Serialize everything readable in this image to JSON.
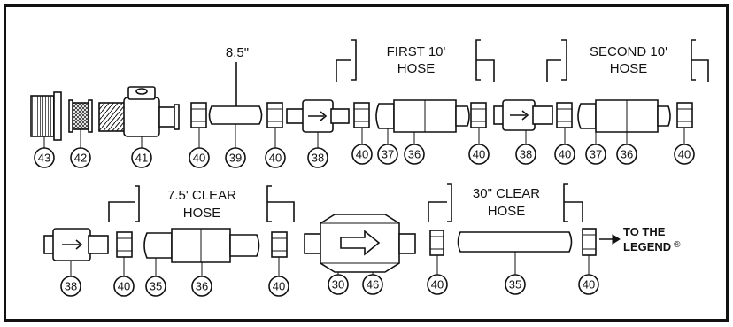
{
  "labels": {
    "len_85": "8.5\"",
    "first_1": "FIRST 10'",
    "first_2": "HOSE",
    "second_1": "SECOND 10'",
    "second_2": "HOSE",
    "clear75_1": "7.5' CLEAR",
    "clear75_2": "HOSE",
    "clear30_1": "30\" CLEAR",
    "clear30_2": "HOSE",
    "legend_1": "TO THE",
    "legend_2": "LEGEND",
    "legend_reg": "®"
  },
  "callouts": {
    "row1": [
      "43",
      "42",
      "41",
      "40",
      "39",
      "40",
      "38",
      "40",
      "37",
      "36",
      "40",
      "38",
      "40",
      "37",
      "36",
      "40"
    ],
    "row2": [
      "38",
      "40",
      "35",
      "36",
      "40",
      "30",
      "46",
      "40",
      "35",
      "40"
    ]
  },
  "colors": {
    "ink": "#111111",
    "paper": "#ffffff"
  },
  "icons": [
    "filter-icon",
    "screen-icon",
    "valve-icon",
    "nut-icon",
    "hose-icon",
    "check-valve-icon",
    "filter-housing-icon",
    "arrow-right-icon"
  ]
}
